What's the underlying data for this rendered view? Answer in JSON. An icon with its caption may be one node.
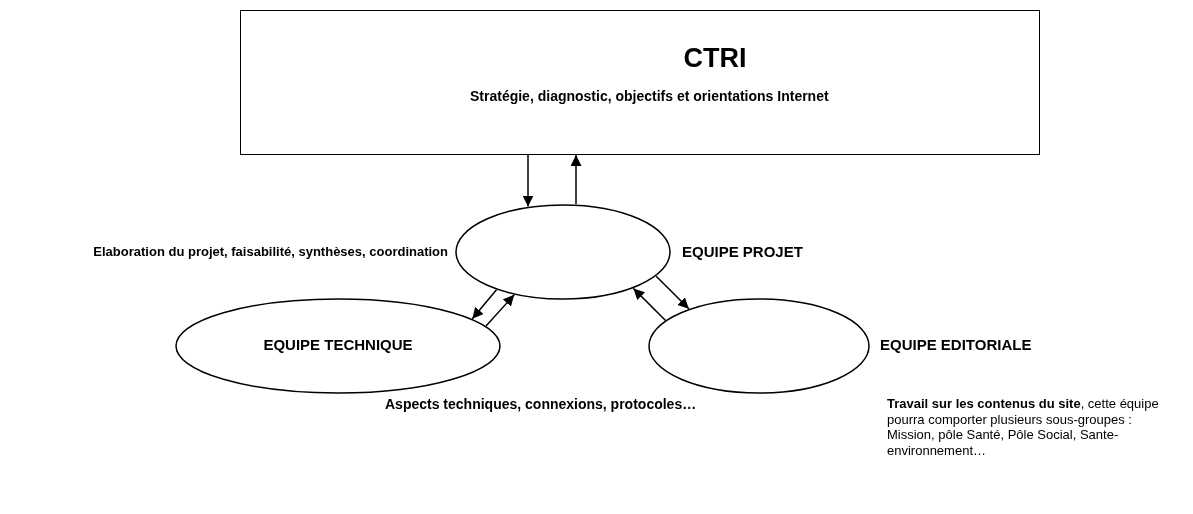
{
  "diagram": {
    "nodes": [
      {
        "text": [
          "CTRI",
          "Stratégie, diagnostic, objectifs et orientations Internet"
        ]
      },
      {
        "text": [
          "EQUIPE PROJET"
        ],
        "beside": [
          "Elaboration du projet, faisabilité, synthèses, coordination"
        ]
      },
      {
        "text": [
          "EQUIPE TECHNIQUE"
        ],
        "beside": [
          "Aspects techniques, connexions,  protocoles…"
        ]
      },
      {
        "text": [
          "EQUIPE EDITORIALE"
        ],
        "beside": [
          "**Travail sur les contenus du site**, cette équipe pourra comporter plusieurs sous-groupes : Mission, pôle Santé, Pôle Social, Sante-environnement…"
        ]
      }
    ],
    "edges": [
      {
        "from": 0,
        "to": 1,
        "arrow": "to"
      },
      {
        "from": 1,
        "to": 0,
        "arrow": "to"
      },
      {
        "from": 1,
        "to": 2,
        "arrow": "to"
      },
      {
        "from": 2,
        "to": 1,
        "arrow": "to"
      },
      {
        "from": 3,
        "to": 1,
        "arrow": "to"
      },
      {
        "from": 1,
        "to": 3,
        "arrow": "to"
      }
    ]
  }
}
